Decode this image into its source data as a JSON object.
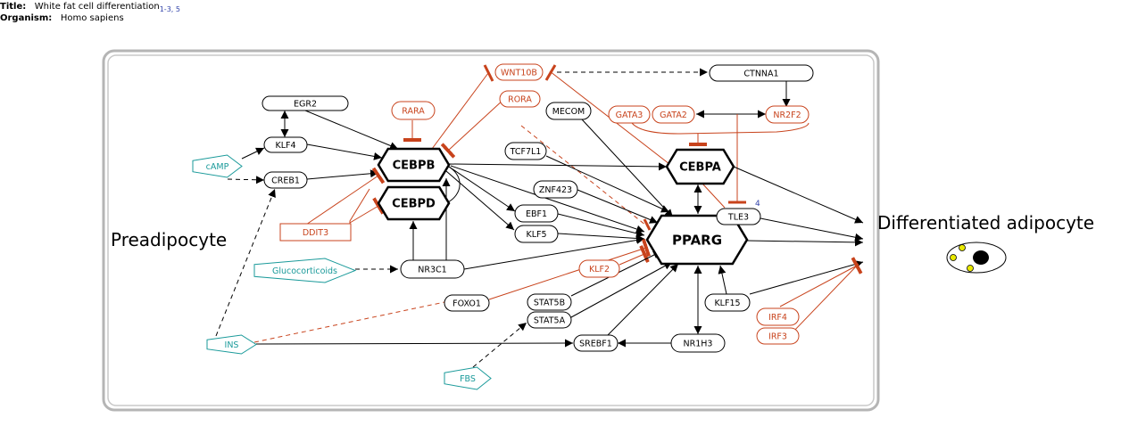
{
  "header": {
    "title_label": "Title:",
    "title": "White fat cell differentiation",
    "title_refs": "1-3, 5",
    "organism_label": "Organism:",
    "organism": "Homo sapiens"
  },
  "labels": {
    "preadipocyte": "Preadipocyte",
    "differentiated": "Differentiated adipocyte",
    "ref_4": "4"
  },
  "colors": {
    "gene": "#000000",
    "inhibitor": "#c8431c",
    "metabolite": "#1a9a9a",
    "cell_border": "#b0b0b0",
    "lipid": "#e8e800"
  },
  "nodes": [
    {
      "id": "egr2",
      "label": "EGR2",
      "kind": "gene"
    },
    {
      "id": "klf4",
      "label": "KLF4",
      "kind": "gene"
    },
    {
      "id": "creb1",
      "label": "CREB1",
      "kind": "gene"
    },
    {
      "id": "camp",
      "label": "cAMP",
      "kind": "metabolite"
    },
    {
      "id": "rara",
      "label": "RARA",
      "kind": "inhibitor"
    },
    {
      "id": "wnt10b",
      "label": "WNT10B",
      "kind": "inhibitor"
    },
    {
      "id": "rora",
      "label": "RORA",
      "kind": "inhibitor"
    },
    {
      "id": "ctnna1",
      "label": "CTNNA1",
      "kind": "gene"
    },
    {
      "id": "mecom",
      "label": "MECOM",
      "kind": "gene"
    },
    {
      "id": "gata3",
      "label": "GATA3",
      "kind": "inhibitor"
    },
    {
      "id": "gata2",
      "label": "GATA2",
      "kind": "inhibitor"
    },
    {
      "id": "nr2f2",
      "label": "NR2F2",
      "kind": "inhibitor"
    },
    {
      "id": "cebpb",
      "label": "CEBPB",
      "kind": "hub"
    },
    {
      "id": "cebpd",
      "label": "CEBPD",
      "kind": "hub"
    },
    {
      "id": "cebpa",
      "label": "CEBPA",
      "kind": "hub"
    },
    {
      "id": "pparg",
      "label": "PPARG",
      "kind": "hub"
    },
    {
      "id": "tcf7l1",
      "label": "TCF7L1",
      "kind": "gene"
    },
    {
      "id": "znf423",
      "label": "ZNF423",
      "kind": "gene"
    },
    {
      "id": "ebf1",
      "label": "EBF1",
      "kind": "gene"
    },
    {
      "id": "klf5",
      "label": "KLF5",
      "kind": "gene"
    },
    {
      "id": "tle3",
      "label": "TLE3",
      "kind": "gene"
    },
    {
      "id": "ddit3",
      "label": "DDIT3",
      "kind": "inhibitor"
    },
    {
      "id": "glucocorticoids",
      "label": "Glucocorticoids",
      "kind": "metabolite"
    },
    {
      "id": "nr3c1",
      "label": "NR3C1",
      "kind": "gene"
    },
    {
      "id": "klf2",
      "label": "KLF2",
      "kind": "inhibitor"
    },
    {
      "id": "foxo1",
      "label": "FOXO1",
      "kind": "gene"
    },
    {
      "id": "stat5b",
      "label": "STAT5B",
      "kind": "gene"
    },
    {
      "id": "stat5a",
      "label": "STAT5A",
      "kind": "gene"
    },
    {
      "id": "klf15",
      "label": "KLF15",
      "kind": "gene"
    },
    {
      "id": "irf4",
      "label": "IRF4",
      "kind": "inhibitor"
    },
    {
      "id": "irf3",
      "label": "IRF3",
      "kind": "inhibitor"
    },
    {
      "id": "ins",
      "label": "INS",
      "kind": "metabolite"
    },
    {
      "id": "srebf1",
      "label": "SREBF1",
      "kind": "gene"
    },
    {
      "id": "nr1h3",
      "label": "NR1H3",
      "kind": "gene"
    },
    {
      "id": "fbs",
      "label": "FBS",
      "kind": "metabolite"
    }
  ]
}
